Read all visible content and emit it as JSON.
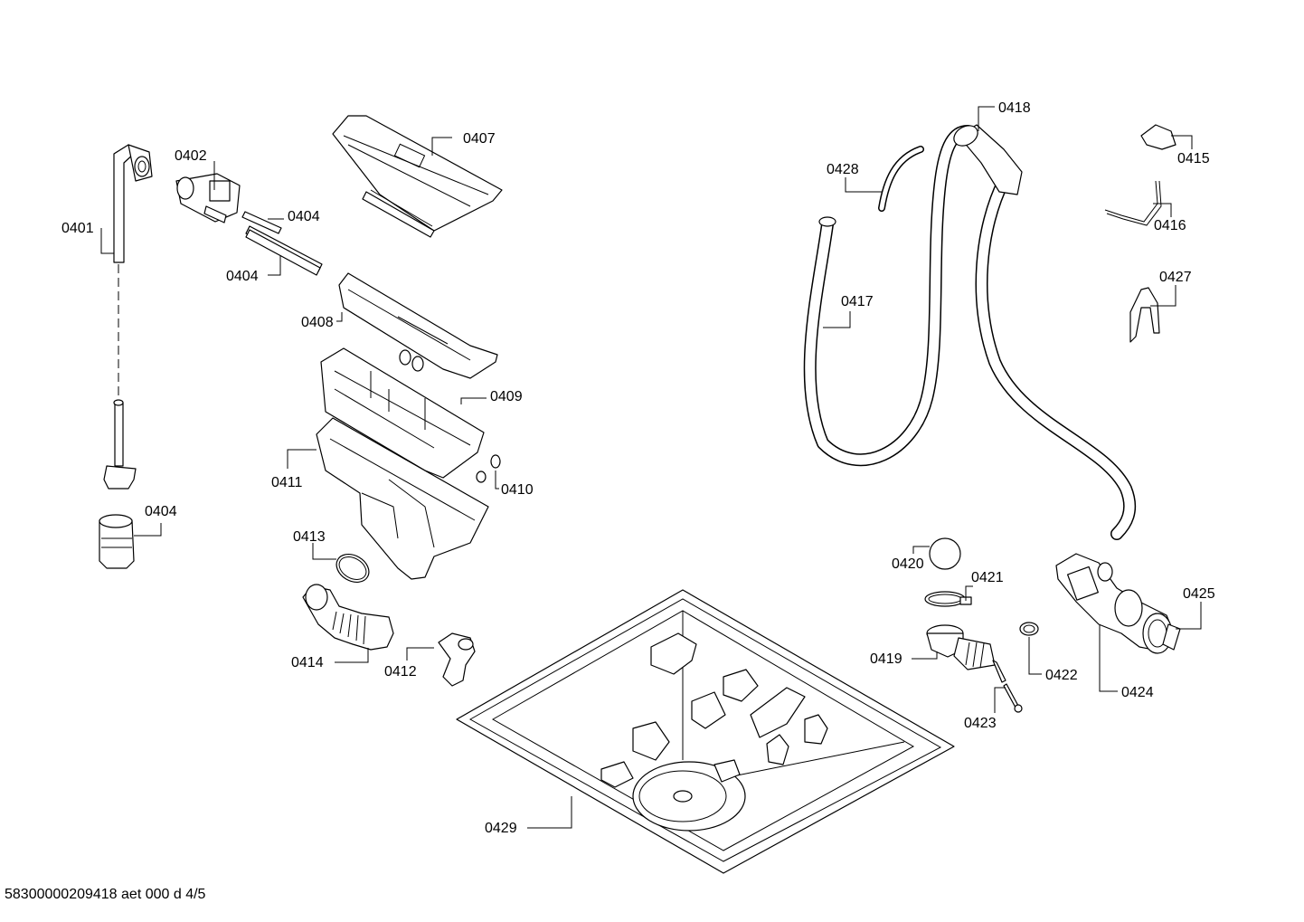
{
  "diagram": {
    "labels": {
      "l0401": "0401",
      "l0402": "0402",
      "l0404a": "0404",
      "l0404b": "0404",
      "l0404c": "0404",
      "l0407": "0407",
      "l0408": "0408",
      "l0409": "0409",
      "l0410": "0410",
      "l0411": "0411",
      "l0412": "0412",
      "l0413": "0413",
      "l0414": "0414",
      "l0415": "0415",
      "l0416": "0416",
      "l0417": "0417",
      "l0418": "0418",
      "l0419": "0419",
      "l0420": "0420",
      "l0421": "0421",
      "l0422": "0422",
      "l0423": "0423",
      "l0424": "0424",
      "l0425": "0425",
      "l0427": "0427",
      "l0428": "0428",
      "l0429": "0429"
    }
  },
  "footer": {
    "text": "58300000209418 aet 000 d 4/5"
  }
}
